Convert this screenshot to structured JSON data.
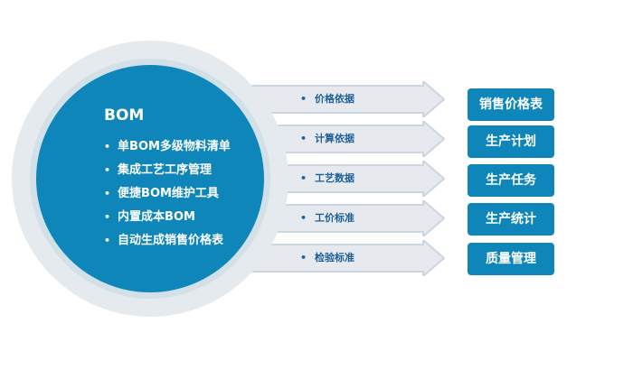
{
  "bom": {
    "title": "BOM",
    "features": [
      "单BOM多级物料清单",
      "集成工艺工序管理",
      "便捷BOM维护工具",
      "内置成本BOM",
      "自动生成销售价格表"
    ]
  },
  "arrows": [
    "价格依据",
    "计算依据",
    "工艺数据",
    "工价标准",
    "检验标准"
  ],
  "outputs": [
    "销售价格表",
    "生产计划",
    "生产任务",
    "生产统计",
    "质量管理"
  ],
  "colors": {
    "primary": "#0f86b9",
    "arrow_fill": "#e6eaee",
    "arrow_border": "#cdd5e3",
    "arrow_text": "#1d5f96"
  }
}
